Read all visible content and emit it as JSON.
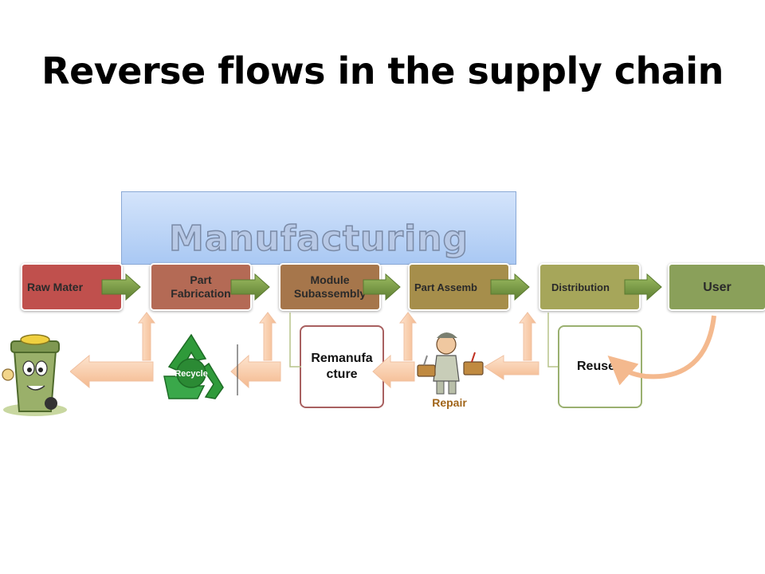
{
  "title": "Reverse flows in the supply chain",
  "banner": {
    "label": "Manufacturing"
  },
  "stages": [
    {
      "label": "Raw Mater",
      "color": "#c0504d"
    },
    {
      "label_line1": "Part",
      "label_line2": "Fabrication",
      "color": "#b46a55"
    },
    {
      "label_line1": "Module",
      "label_line2": "Subassembly",
      "color": "#a6764b"
    },
    {
      "label": "Part Assemb",
      "color": "#a68e4b"
    },
    {
      "label": "Distribution",
      "color": "#a6a65a"
    },
    {
      "label": "User",
      "color": "#8aa05a"
    }
  ],
  "reverse": {
    "remanufacture_line1": "Remanufa",
    "remanufacture_line2": "cture",
    "reuse": "Reuse",
    "repair": "Repair",
    "recycle": "Recycle"
  },
  "colors": {
    "forward_arrow": "#7a9a45",
    "reverse_arrow": "#f7c9a6",
    "remanufacture_border": "#a86060",
    "reuse_border": "#9ab070",
    "repair_text": "#a06418"
  },
  "icons": [
    "trash-bin-icon",
    "recycle-icon",
    "repair-man-icon"
  ]
}
